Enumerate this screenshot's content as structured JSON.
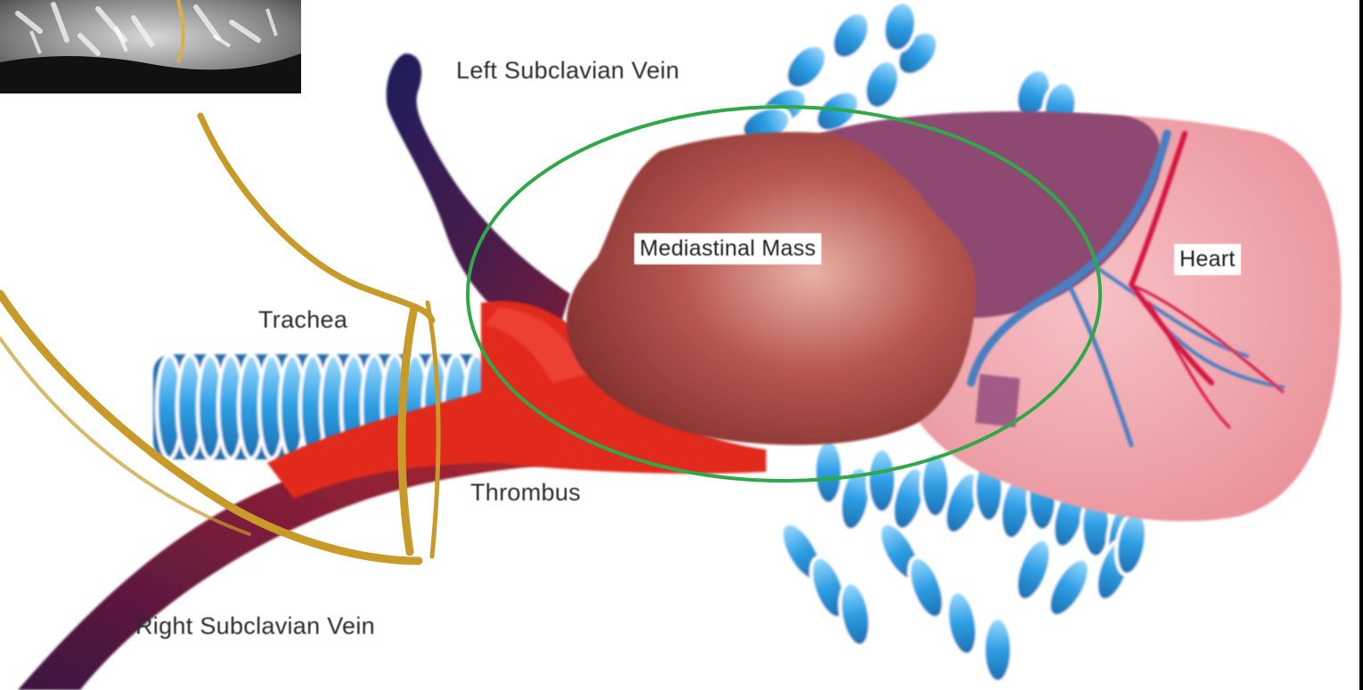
{
  "labels": {
    "left_subclavian_vein": "Left Subclavian Vein",
    "trachea": "Trachea",
    "mediastinal_mass": "Mediastinal Mass",
    "heart": "Heart",
    "thrombus": "Thrombus",
    "right_subclavian_vein": "Right Subclavian Vein"
  },
  "colors": {
    "background": "#ffffff",
    "mass": "#9a3a36",
    "heart": "#f0a7ae",
    "lung_lobe": "#8e4a72",
    "trachea_rings": "#36a6e6",
    "vein_dark": "#2a1b4f",
    "thrombus": "#e3281c",
    "coronary_artery": "#d6123f",
    "annotation_ellipse": "#2fa84a",
    "wire": "#c79a2a"
  },
  "icons": {
    "ct_inset": "ct-scan-inset-image"
  }
}
